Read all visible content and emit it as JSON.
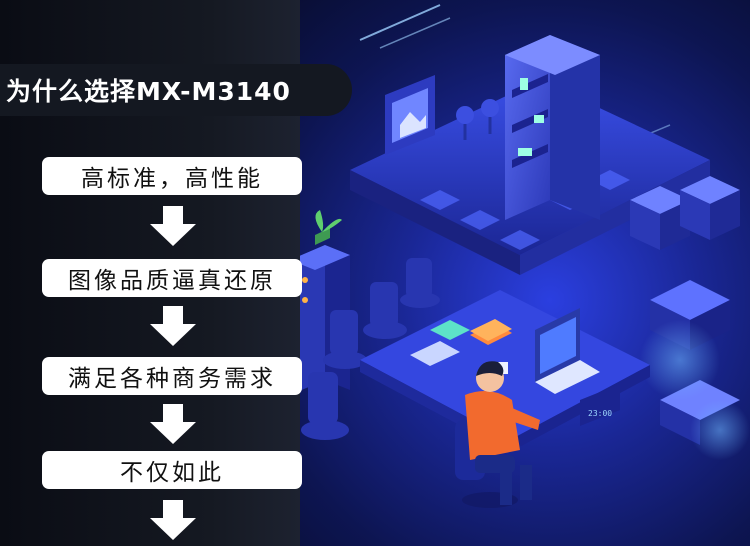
{
  "title": "为什么选择MX-M3140",
  "steps": [
    {
      "label": "高标准，高性能"
    },
    {
      "label": "图像品质逼真还原"
    },
    {
      "label": "满足各种商务需求"
    },
    {
      "label": "不仅如此"
    }
  ],
  "illustration": {
    "clock_text": "23:00",
    "accent_color": "#2f55ff",
    "person_shirt_color": "#f26a2e"
  }
}
